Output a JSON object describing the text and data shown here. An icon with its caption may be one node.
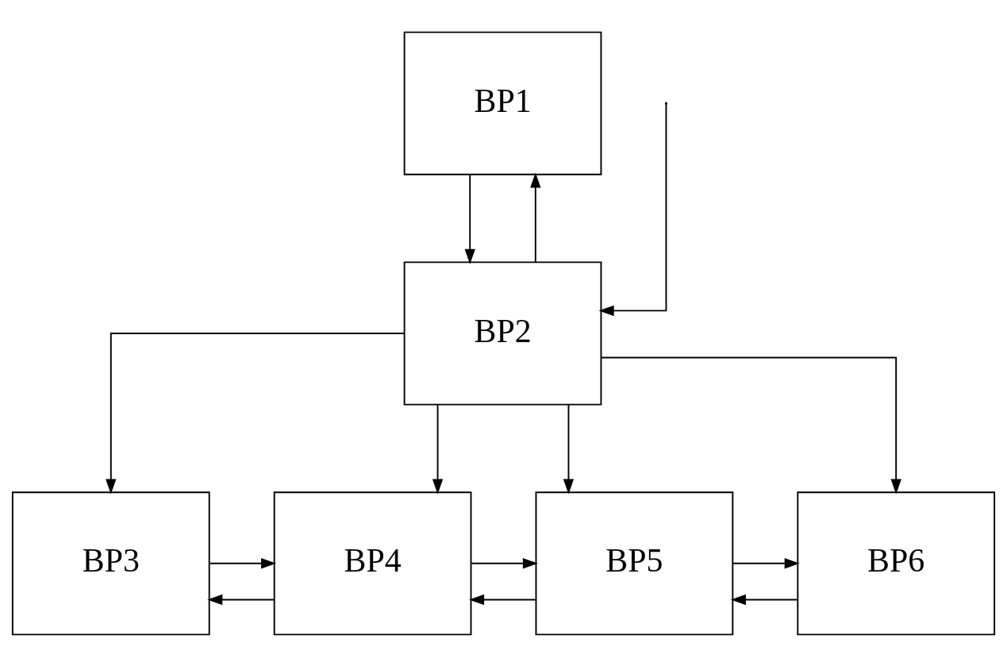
{
  "diagram": {
    "nodes": [
      {
        "text": [
          "BP1"
        ]
      },
      {
        "text": [
          "BP2"
        ]
      },
      {
        "text": [
          "BP3"
        ]
      },
      {
        "text": [
          "BP4"
        ]
      },
      {
        "text": [
          "BP5"
        ]
      },
      {
        "text": [
          "BP6"
        ]
      }
    ],
    "edges": [
      {
        "from": 1,
        "to": 0,
        "arrow": "to"
      },
      {
        "from": 0,
        "to": 1,
        "arrow": "to"
      },
      {
        "from": null,
        "to": 1,
        "arrow": "to"
      },
      {
        "from": 1,
        "to": 2,
        "arrow": "to"
      },
      {
        "from": 1,
        "to": 3,
        "arrow": "to"
      },
      {
        "from": 1,
        "to": 4,
        "arrow": "to"
      },
      {
        "from": 1,
        "to": 5,
        "arrow": "to"
      },
      {
        "from": 2,
        "to": 3,
        "arrow": "to"
      },
      {
        "from": 3,
        "to": 2,
        "arrow": "to"
      },
      {
        "from": 3,
        "to": 4,
        "arrow": "to"
      },
      {
        "from": 4,
        "to": 3,
        "arrow": "to"
      },
      {
        "from": 4,
        "to": 5,
        "arrow": "to"
      },
      {
        "from": 5,
        "to": 4,
        "arrow": "to"
      }
    ]
  }
}
